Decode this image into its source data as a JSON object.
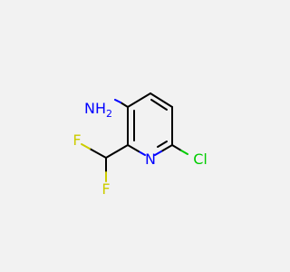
{
  "molecule": {
    "atoms": [
      {
        "id": "nh2",
        "label": "NH",
        "sub": "2"
      },
      {
        "id": "n1",
        "label": "N"
      },
      {
        "id": "cl",
        "label": "Cl"
      },
      {
        "id": "f1",
        "label": "F"
      },
      {
        "id": "f2",
        "label": "F"
      }
    ]
  },
  "colors": {
    "background": "#f2f2f2",
    "bond": "#000000",
    "nitrogen": "#0000ff",
    "chlorine": "#00cc00",
    "fluorine": "#cccc00"
  }
}
